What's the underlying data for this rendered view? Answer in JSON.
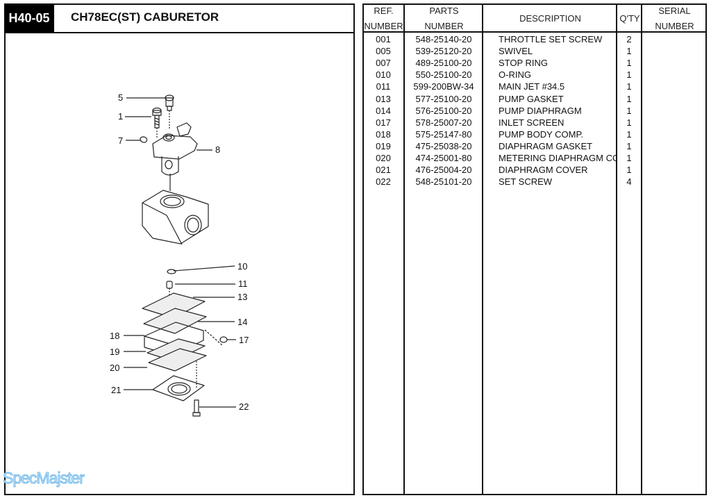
{
  "header": {
    "code": "H40-05",
    "title": "CH78EC(ST)  CABURETOR"
  },
  "diagram": {
    "callouts": [
      "5",
      "1",
      "7",
      "8",
      "10",
      "11",
      "13",
      "14",
      "17",
      "18",
      "19",
      "20",
      "21",
      "22"
    ]
  },
  "watermark": "SpecMajster",
  "table": {
    "headers": {
      "ref": [
        "REF.",
        "NUMBER"
      ],
      "parts": [
        "PARTS",
        "NUMBER"
      ],
      "description": "DESCRIPTION",
      "qty": "Q'TY",
      "serial": [
        "SERIAL",
        "NUMBER"
      ]
    },
    "rows": [
      {
        "ref": "001",
        "part": "548-25140-20",
        "desc": "THROTTLE SET SCREW",
        "qty": "2",
        "serial": ""
      },
      {
        "ref": "005",
        "part": "539-25120-20",
        "desc": "SWIVEL",
        "qty": "1",
        "serial": ""
      },
      {
        "ref": "007",
        "part": "489-25100-20",
        "desc": "STOP RING",
        "qty": "1",
        "serial": ""
      },
      {
        "ref": "010",
        "part": "550-25100-20",
        "desc": "O-RING",
        "qty": "1",
        "serial": ""
      },
      {
        "ref": "011",
        "part": "599-200BW-34",
        "desc": "MAIN JET #34.5",
        "qty": "1",
        "serial": ""
      },
      {
        "ref": "013",
        "part": "577-25100-20",
        "desc": "PUMP GASKET",
        "qty": "1",
        "serial": ""
      },
      {
        "ref": "014",
        "part": "576-25100-20",
        "desc": "PUMP DIAPHRAGM",
        "qty": "1",
        "serial": ""
      },
      {
        "ref": "017",
        "part": "578-25007-20",
        "desc": "INLET SCREEN",
        "qty": "1",
        "serial": ""
      },
      {
        "ref": "018",
        "part": "575-25147-80",
        "desc": "PUMP BODY COMP.",
        "qty": "1",
        "serial": ""
      },
      {
        "ref": "019",
        "part": "475-25038-20",
        "desc": "DIAPHRAGM GASKET",
        "qty": "1",
        "serial": ""
      },
      {
        "ref": "020",
        "part": "474-25001-80",
        "desc": "METERING DIAPHRAGM CO",
        "qty": "1",
        "serial": ""
      },
      {
        "ref": "021",
        "part": "476-25004-20",
        "desc": "DIAPHRAGM COVER",
        "qty": "1",
        "serial": ""
      },
      {
        "ref": "022",
        "part": "548-25101-20",
        "desc": "SET SCREW",
        "qty": "4",
        "serial": ""
      }
    ]
  }
}
